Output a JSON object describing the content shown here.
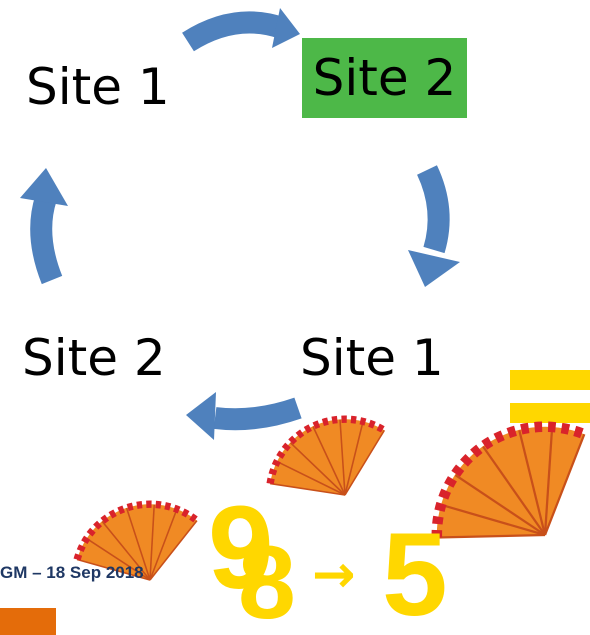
{
  "diagram": {
    "nodes": [
      {
        "id": "top-left",
        "label": "Site 1"
      },
      {
        "id": "top-right",
        "label": "Site 2",
        "highlight": "#4db848"
      },
      {
        "id": "bottom-right",
        "label": "Site 1"
      },
      {
        "id": "bottom-left",
        "label": "Site 2"
      }
    ],
    "arrow_color": "#4f81bd",
    "flow": "clockwise"
  },
  "decoration": {
    "number_from": "9",
    "number_from_overlay": "8",
    "arrow_symbol": "→",
    "number_to": "5",
    "equals": "=",
    "number_color": "#ffd700",
    "fan_colors": [
      "#f08a24",
      "#d9232b"
    ]
  },
  "footer": {
    "text": "GM – 18 Sep 2018",
    "accent_color": "#e46c0a"
  }
}
